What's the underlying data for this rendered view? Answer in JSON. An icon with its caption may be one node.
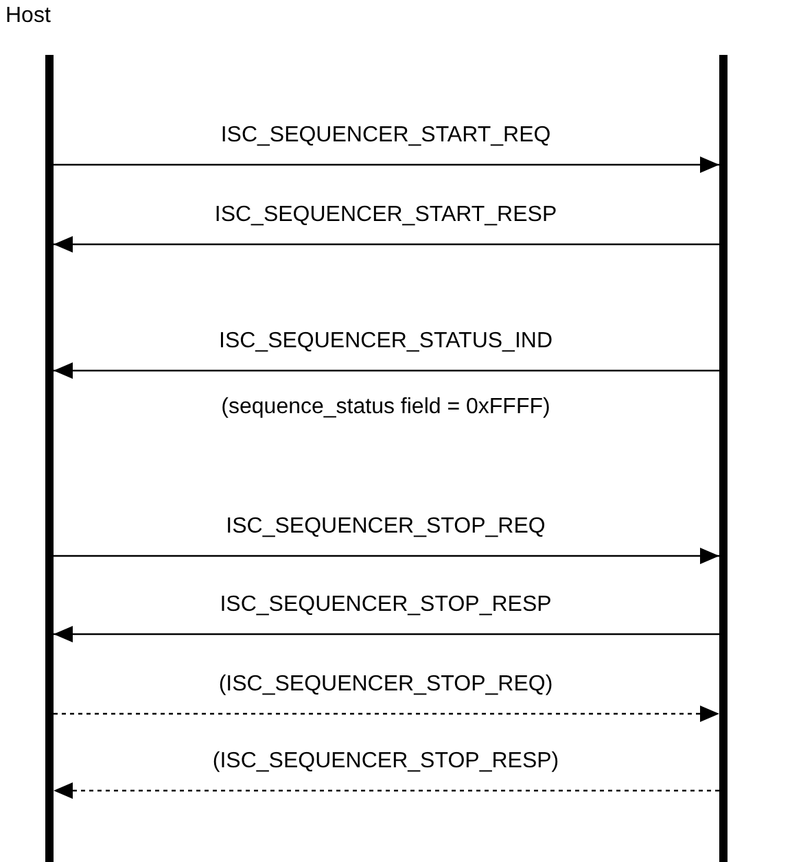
{
  "diagram": {
    "nodes": [
      {
        "text": [
          "Host"
        ]
      },
      {
        "text": [],
        "shape": "bar"
      }
    ],
    "edges": [
      {
        "from": 0,
        "to": 1,
        "arrow": "to",
        "label": "ISC_SEQUENCER_START_REQ"
      },
      {
        "from": 1,
        "to": 0,
        "arrow": "to",
        "label": "ISC_SEQUENCER_START_RESP"
      },
      {
        "from": 1,
        "to": 0,
        "arrow": "to",
        "label": "ISC_SEQUENCER_STATUS_IND"
      },
      {
        "from": 0,
        "to": 1,
        "arrow": "to",
        "label": "ISC_SEQUENCER_STOP_REQ"
      },
      {
        "from": 1,
        "to": 0,
        "arrow": "to",
        "label": "ISC_SEQUENCER_STOP_RESP"
      },
      {
        "from": 0,
        "to": 1,
        "arrow": "to",
        "label": "(ISC_SEQUENCER_STOP_REQ)",
        "style": "dashed"
      },
      {
        "from": 1,
        "to": 0,
        "arrow": "to",
        "label": "(ISC_SEQUENCER_STOP_RESP)",
        "style": "dashed"
      }
    ],
    "labels": [
      "(sequence_status field = 0xFFFF)"
    ]
  }
}
